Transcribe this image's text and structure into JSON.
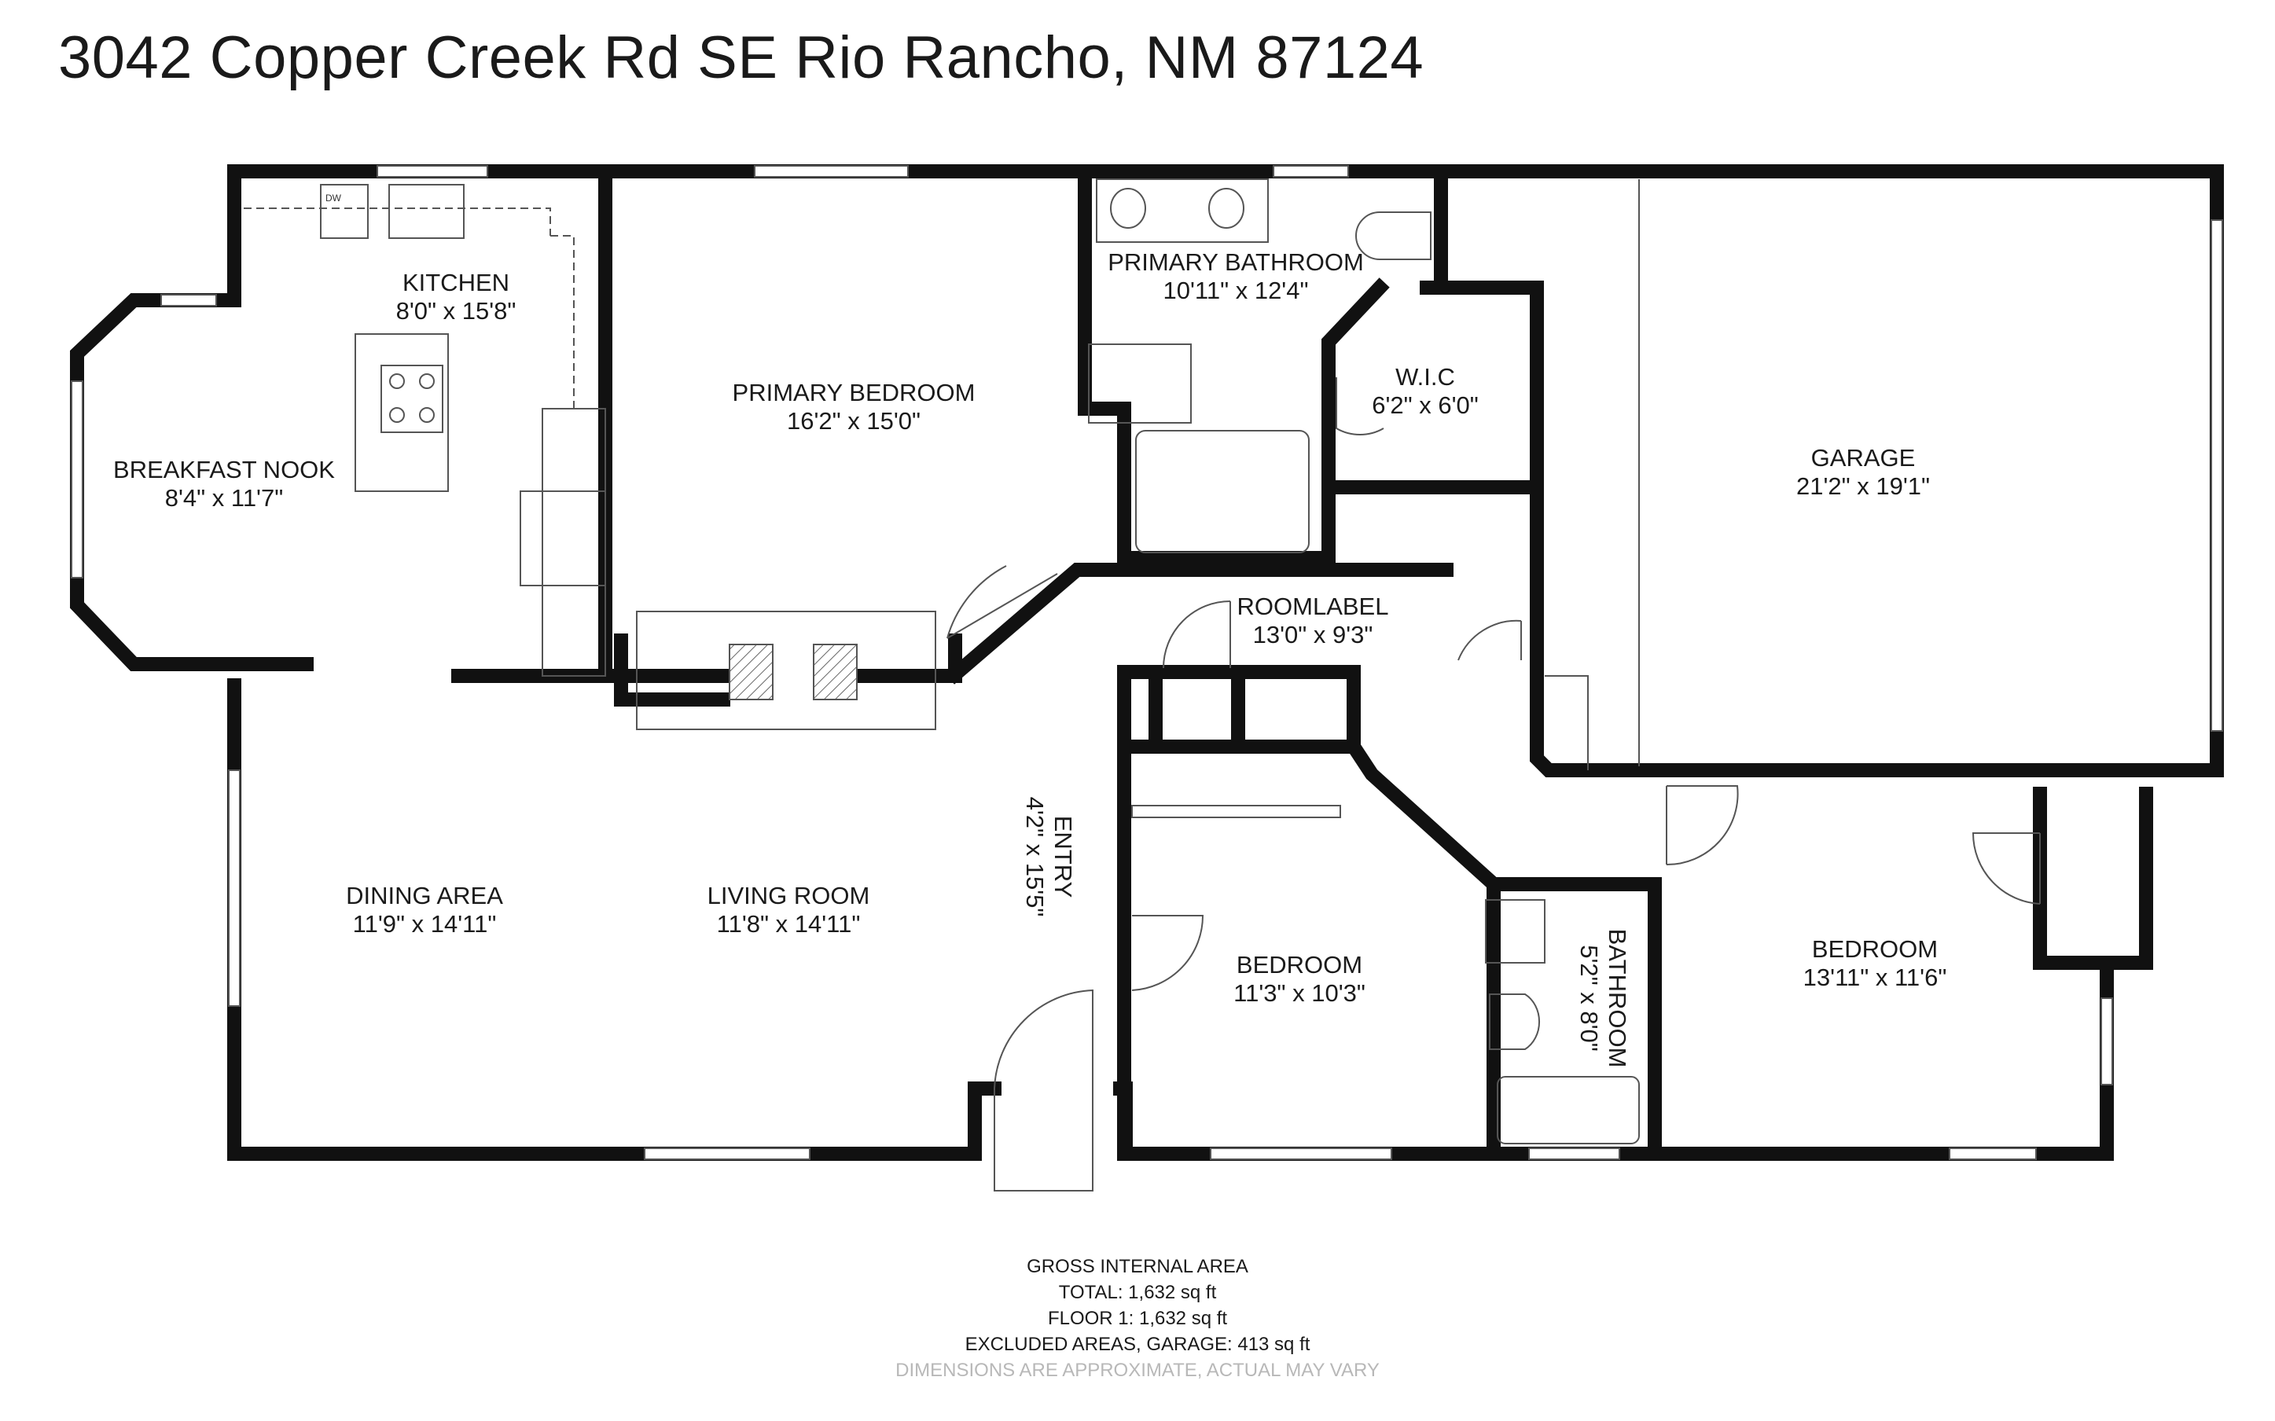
{
  "address": "3042 Copper Creek Rd SE Rio Rancho, NM 87124",
  "rooms": [
    {
      "key": "kitchen",
      "name": "KITCHEN",
      "dims": "8'0\" x 15'8\""
    },
    {
      "key": "breakfast",
      "name": "BREAKFAST NOOK",
      "dims": "8'4\" x 11'7\""
    },
    {
      "key": "primary_bedroom",
      "name": "PRIMARY BEDROOM",
      "dims": "16'2\" x 15'0\""
    },
    {
      "key": "primary_bathroom",
      "name": "PRIMARY BATHROOM",
      "dims": "10'11\" x 12'4\""
    },
    {
      "key": "wic",
      "name": "W.I.C",
      "dims": "6'2\" x 6'0\""
    },
    {
      "key": "garage",
      "name": "GARAGE",
      "dims": "21'2\" x 19'1\""
    },
    {
      "key": "roomlabel",
      "name": "ROOMLABEL",
      "dims": "13'0\" x 9'3\""
    },
    {
      "key": "dining",
      "name": "DINING AREA",
      "dims": "11'9\" x 14'11\""
    },
    {
      "key": "living",
      "name": "LIVING ROOM",
      "dims": "11'8\" x 14'11\""
    },
    {
      "key": "entry",
      "name": "ENTRY",
      "dims": "4'2\" x 15'5\""
    },
    {
      "key": "bedroom2",
      "name": "BEDROOM",
      "dims": "11'3\" x 10'3\""
    },
    {
      "key": "bathroom",
      "name": "BATHROOM",
      "dims": "5'2\" x 8'0\""
    },
    {
      "key": "bedroom3",
      "name": "BEDROOM",
      "dims": "13'11\" x 11'6\""
    }
  ],
  "appliance_labels": {
    "dishwasher": "DW"
  },
  "area_summary": {
    "heading": "GROSS INTERNAL AREA",
    "total": "TOTAL:  1,632  sq ft",
    "floor1": "FLOOR 1: 1,632  sq ft",
    "excluded": "EXCLUDED AREAS, GARAGE: 413 sq ft",
    "note": "DIMENSIONS ARE APPROXIMATE,  ACTUAL MAY VARY"
  },
  "colors": {
    "wall": "#111111",
    "fixture": "#555555",
    "note": "#b8b8b8"
  }
}
